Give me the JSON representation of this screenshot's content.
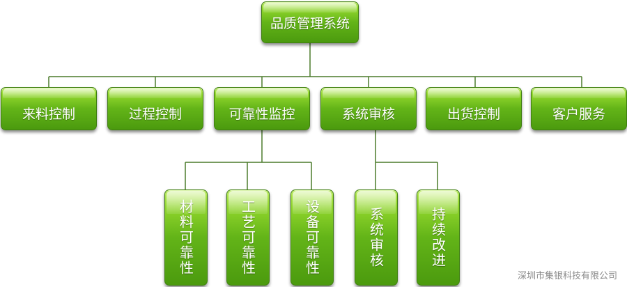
{
  "root": {
    "label": "品质管理系统"
  },
  "mid": [
    {
      "label": "来料控制"
    },
    {
      "label": "过程控制"
    },
    {
      "label": "可靠性监控"
    },
    {
      "label": "系统审核"
    },
    {
      "label": "出货控制"
    },
    {
      "label": "客户服务"
    }
  ],
  "leaves": [
    {
      "label": "材料可靠性"
    },
    {
      "label": "工艺可靠性"
    },
    {
      "label": "设备可靠性"
    },
    {
      "label": "系统审核"
    },
    {
      "label": "持续改进"
    }
  ],
  "watermark": "深圳市集银科技有限公司",
  "colors": {
    "node_top": "#b8ec55",
    "node_bottom": "#4b9a0e",
    "connector": "#4a7a2a"
  }
}
